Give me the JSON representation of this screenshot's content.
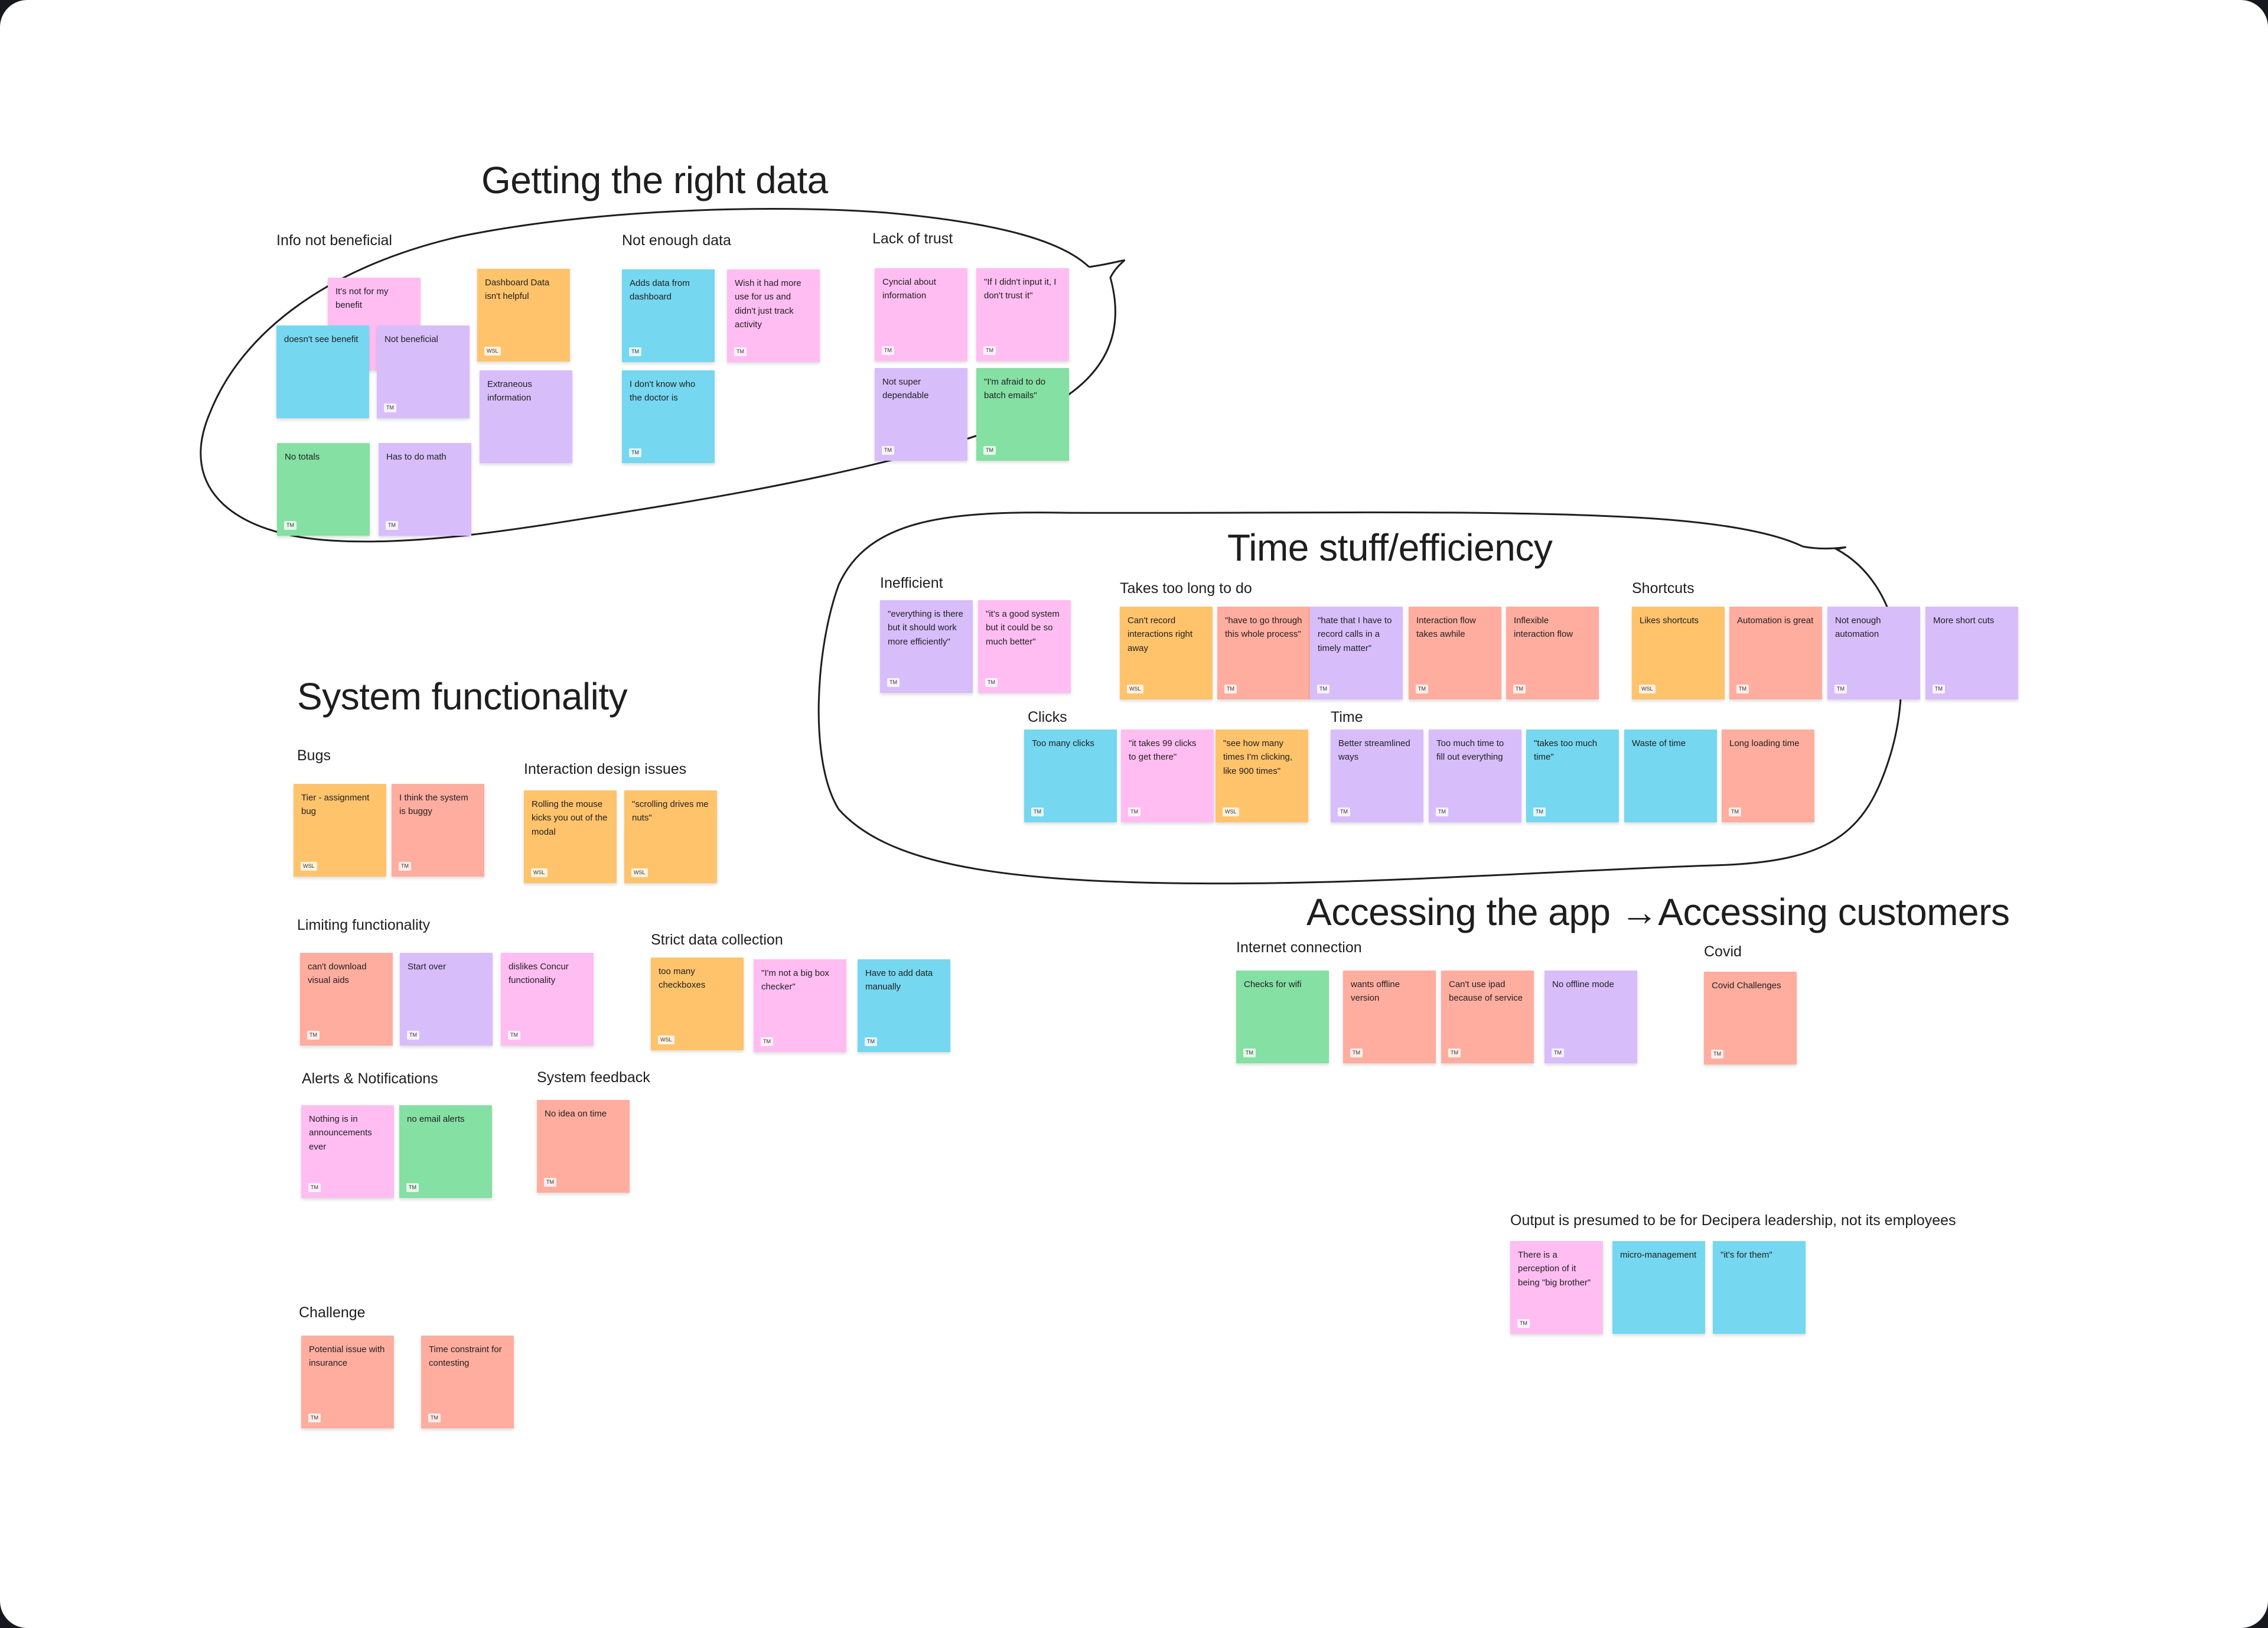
{
  "headings": {
    "getting_data": "Getting the right data",
    "time": "Time stuff/efficiency",
    "system": "System functionality",
    "accessing": "Accessing the app  →Accessing customers"
  },
  "labels": {
    "info_not_beneficial": "Info not beneficial",
    "not_enough_data": "Not enough data",
    "lack_of_trust": "Lack of trust",
    "inefficient": "Inefficient",
    "takes_too_long": "Takes too long to do",
    "shortcuts": "Shortcuts",
    "clicks": "Clicks",
    "time": "Time",
    "bugs": "Bugs",
    "interaction_design": "Interaction design issues",
    "limiting": "Limiting functionality",
    "strict_data": "Strict data collection",
    "alerts": "Alerts & Notifications",
    "system_feedback": "System feedback",
    "challenge": "Challenge",
    "internet": "Internet connection",
    "covid": "Covid",
    "output": "Output is presumed to be for Decipera leadership, not its employees"
  },
  "colors": {
    "pink": "#ffbdf2",
    "blue": "#75d7f0",
    "purple": "#d8bdfb",
    "orange": "#ffc36c",
    "green": "#85e0a3",
    "salmon": "#ffad9f"
  },
  "stickies": {
    "s01": {
      "text": "It's not for my benefit",
      "tag": ""
    },
    "s02": {
      "text": "doesn't see benefit",
      "tag": ""
    },
    "s03": {
      "text": "Not beneficial",
      "tag": "TM"
    },
    "s04": {
      "text": "Dashboard Data isn't helpful",
      "tag": "WSL"
    },
    "s05": {
      "text": "Extraneous information",
      "tag": ""
    },
    "s06": {
      "text": "No totals",
      "tag": "TM"
    },
    "s07": {
      "text": "Has to do math",
      "tag": "TM"
    },
    "s08": {
      "text": "Adds data from dashboard",
      "tag": "TM"
    },
    "s09": {
      "text": "Wish it had more use for us and didn't just track activity",
      "tag": "TM"
    },
    "s10": {
      "text": "I don't know who the doctor is",
      "tag": "TM"
    },
    "s11": {
      "text": "Cyncial about information",
      "tag": "TM"
    },
    "s12": {
      "text": "\"If I didn't input it, I don't trust it\"",
      "tag": "TM"
    },
    "s13": {
      "text": "Not super dependable",
      "tag": "TM"
    },
    "s14": {
      "text": "\"I'm afraid to do batch emails\"",
      "tag": "TM"
    },
    "s15": {
      "text": "\"everything is there but it should work more efficiently\"",
      "tag": "TM"
    },
    "s16": {
      "text": "\"it's a good system but it could be so much better\"",
      "tag": "TM"
    },
    "s17": {
      "text": "Can't record interactions right away",
      "tag": "WSL"
    },
    "s18": {
      "text": "\"have to go through this whole process\"",
      "tag": "TM"
    },
    "s19": {
      "text": "\"hate that I have to record calls in a timely matter\"",
      "tag": "TM"
    },
    "s20": {
      "text": "Interaction flow takes awhile",
      "tag": "TM"
    },
    "s21": {
      "text": "Inflexible interaction flow",
      "tag": "TM"
    },
    "s22": {
      "text": "Likes shortcuts",
      "tag": "WSL"
    },
    "s23": {
      "text": "Automation is great",
      "tag": "TM"
    },
    "s24": {
      "text": "Not enough automation",
      "tag": "TM"
    },
    "s25": {
      "text": "More short cuts",
      "tag": "TM"
    },
    "s26": {
      "text": "Too many clicks",
      "tag": "TM"
    },
    "s27": {
      "text": "\"it takes 99 clicks to get there\"",
      "tag": "TM"
    },
    "s28": {
      "text": "\"see how many times I'm clicking, like 900 times\"",
      "tag": "WSL"
    },
    "s29": {
      "text": "Better streamlined ways",
      "tag": "TM"
    },
    "s30": {
      "text": "Too much time to fill out everything",
      "tag": "TM"
    },
    "s31": {
      "text": "\"takes too much time\"",
      "tag": "TM"
    },
    "s32": {
      "text": "Waste of time",
      "tag": ""
    },
    "s33": {
      "text": "Long loading time",
      "tag": "TM"
    },
    "s34": {
      "text": "Tier - assignment bug",
      "tag": "WSL"
    },
    "s35": {
      "text": "I think the system is buggy",
      "tag": "TM"
    },
    "s36": {
      "text": "Rolling the mouse kicks you out of the modal",
      "tag": "WSL"
    },
    "s37": {
      "text": "\"scrolling drives me nuts\"",
      "tag": "WSL"
    },
    "s38": {
      "text": "can't download visual aids",
      "tag": "TM"
    },
    "s39": {
      "text": "Start over",
      "tag": "TM"
    },
    "s40": {
      "text": "dislikes Concur functionality",
      "tag": "TM"
    },
    "s41": {
      "text": "too many checkboxes",
      "tag": "WSL"
    },
    "s42": {
      "text": "\"I'm not a big box checker\"",
      "tag": "TM"
    },
    "s43": {
      "text": "Have to add data manually",
      "tag": "TM"
    },
    "s44": {
      "text": "Nothing is in announcements ever",
      "tag": "TM"
    },
    "s45": {
      "text": "no email alerts",
      "tag": "TM"
    },
    "s46": {
      "text": "No idea on time",
      "tag": "TM"
    },
    "s47": {
      "text": "Potential issue with insurance",
      "tag": "TM"
    },
    "s48": {
      "text": "Time constraint for contesting",
      "tag": "TM"
    },
    "s49": {
      "text": "Checks for wifi",
      "tag": "TM"
    },
    "s50": {
      "text": "wants offline version",
      "tag": "TM"
    },
    "s51": {
      "text": "Can't use ipad because of service",
      "tag": "TM"
    },
    "s52": {
      "text": "No offline mode",
      "tag": "TM"
    },
    "s53": {
      "text": "Covid Challenges",
      "tag": "TM"
    },
    "s54": {
      "text": "There is a perception of it being \"big brother\"",
      "tag": "TM"
    },
    "s55": {
      "text": "micro-management",
      "tag": ""
    },
    "s56": {
      "text": "\"it's for them\"",
      "tag": ""
    }
  }
}
